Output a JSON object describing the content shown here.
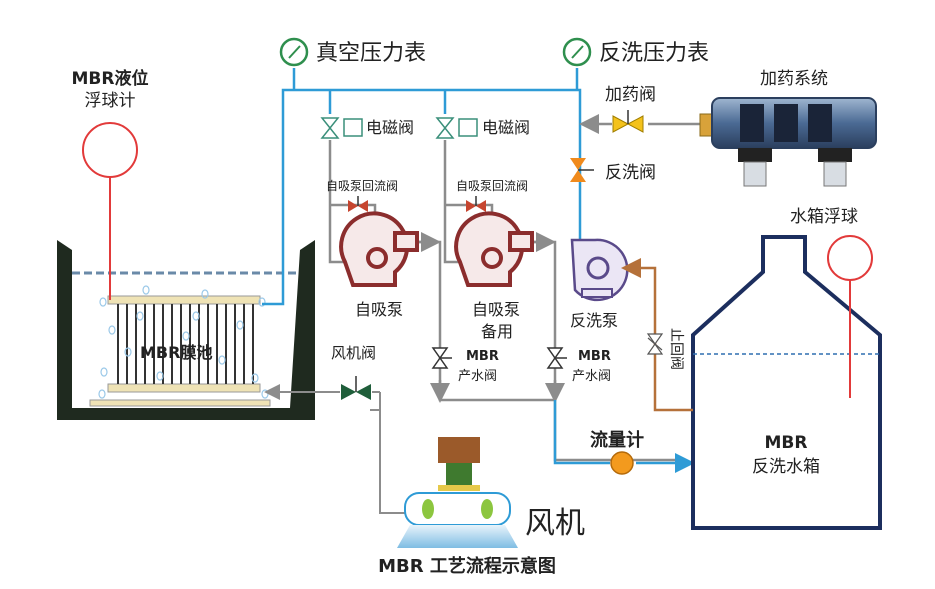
{
  "title": "MBR 工艺流程示意图",
  "labels": {
    "mbr_level_1": "MBR液位",
    "mbr_level_2": "浮球计",
    "vacuum_gauge": "真空压力表",
    "backwash_gauge": "反洗压力表",
    "dosing_valve": "加药阀",
    "dosing_system": "加药系统",
    "solenoid_1": "电磁阀",
    "solenoid_2": "电磁阀",
    "return_valve_1": "自吸泵回流阀",
    "return_valve_2": "自吸泵回流阀",
    "backwash_valve": "反洗阀",
    "tank_float": "水箱浮球",
    "pump_1": "自吸泵",
    "pump_2_line1": "自吸泵",
    "pump_2_line2": "备用",
    "backwash_pump": "反洗泵",
    "check_valve": "止回阀",
    "membrane_pool": "MBR膜池",
    "blower_valve": "风机阀",
    "product_valve_1_top": "MBR",
    "product_valve_1_bottom": "产水阀",
    "product_valve_2_top": "MBR",
    "product_valve_2_bottom": "产水阀",
    "flowmeter": "流量计",
    "tank_top": "MBR",
    "tank_bottom": "反洗水箱",
    "blower": "风机"
  },
  "colors": {
    "pipe_blue": "#2e9bd6",
    "pipe_gray": "#8c8c8c",
    "pipe_brown": "#b5713a",
    "tank_outline": "#1c2e5e",
    "pool_wall": "#1f2a1f",
    "float_red": "#e23a3a",
    "gauge_green": "#2f8f4e",
    "valve_yellow": "#f4c21c",
    "valve_orange": "#f08a1c",
    "valve_green": "#1f5e3a",
    "pump_red": "#8b2d2d",
    "pump_purple": "#5a4a8a",
    "flowmeter_orange": "#f39a1e"
  },
  "icons": [
    "gauge-icon",
    "float-ball-icon",
    "valve-icon",
    "pump-icon",
    "flowmeter-icon",
    "blower-icon",
    "dosing-tank-icon"
  ]
}
